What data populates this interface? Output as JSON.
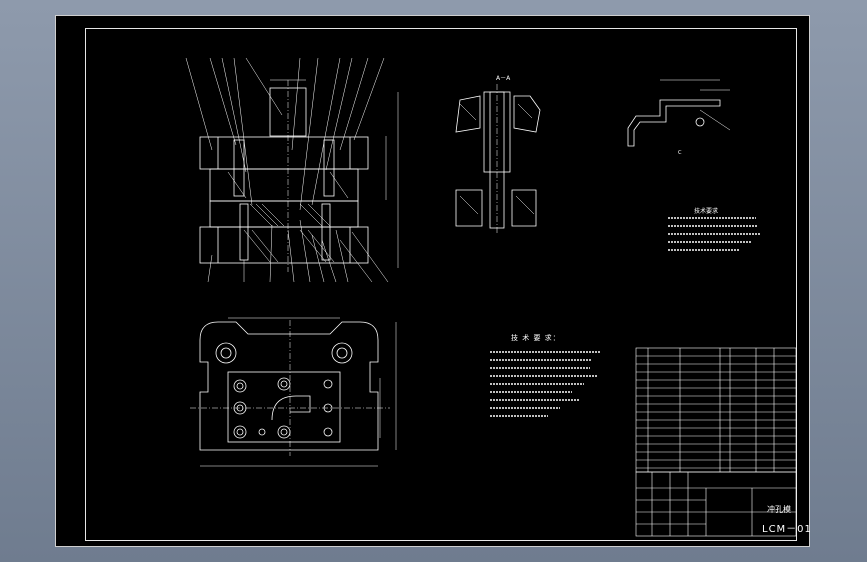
{
  "drawing": {
    "section_label": "A－A",
    "detail_label": "C",
    "tech_requirements_1": "技术要求",
    "tech_requirements_2": "技 术 要 求：",
    "title_block_name": "冲孔模",
    "drawing_code": "LCM－01"
  },
  "colors": {
    "background": "#000000",
    "line": "#ffffff",
    "window": "#7f8b9d"
  }
}
